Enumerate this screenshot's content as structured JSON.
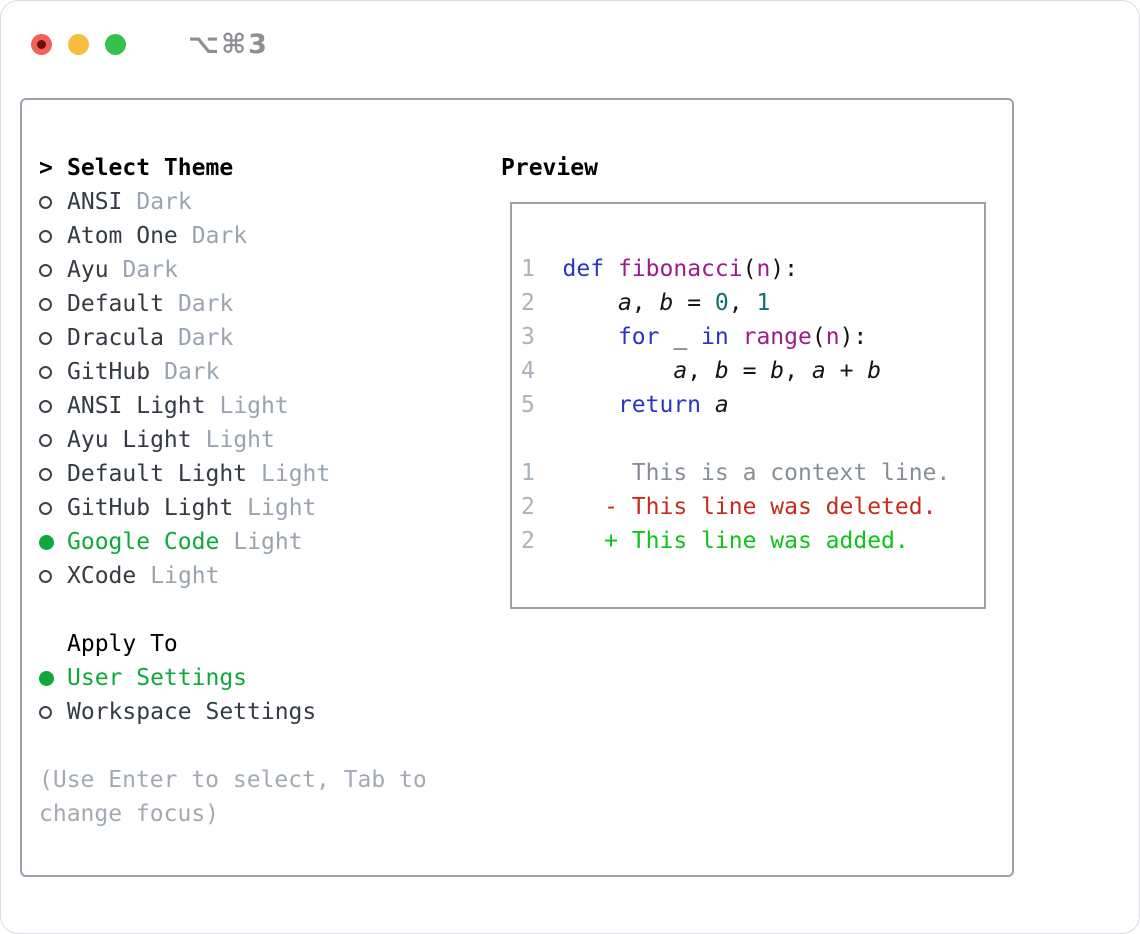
{
  "window": {
    "title": "⌥⌘3",
    "traffic_lights": [
      "close",
      "minimize",
      "zoom"
    ]
  },
  "theme_panel": {
    "header_prefix": ">",
    "header": "Select Theme",
    "themes": [
      {
        "name": "ANSI",
        "tag": "Dark",
        "selected": false
      },
      {
        "name": "Atom One",
        "tag": "Dark",
        "selected": false
      },
      {
        "name": "Ayu",
        "tag": "Dark",
        "selected": false
      },
      {
        "name": "Default",
        "tag": "Dark",
        "selected": false
      },
      {
        "name": "Dracula",
        "tag": "Dark",
        "selected": false
      },
      {
        "name": "GitHub",
        "tag": "Dark",
        "selected": false
      },
      {
        "name": "ANSI Light",
        "tag": "Light",
        "selected": false
      },
      {
        "name": "Ayu Light",
        "tag": "Light",
        "selected": false
      },
      {
        "name": "Default Light",
        "tag": "Light",
        "selected": false
      },
      {
        "name": "GitHub Light",
        "tag": "Light",
        "selected": false
      },
      {
        "name": "Google Code",
        "tag": "Light",
        "selected": true
      },
      {
        "name": "XCode",
        "tag": "Light",
        "selected": false
      }
    ],
    "apply_to": {
      "header": "Apply To",
      "options": [
        {
          "name": "User Settings",
          "selected": true
        },
        {
          "name": "Workspace Settings",
          "selected": false
        }
      ]
    },
    "hint_lines": [
      "(Use Enter to select, Tab to",
      "change focus)"
    ]
  },
  "preview": {
    "header": "Preview",
    "code_lines": [
      {
        "num": "1",
        "segments": [
          {
            "text": "def",
            "style": "kw"
          },
          {
            "text": " ",
            "style": "pl"
          },
          {
            "text": "fibonacci",
            "style": "fn"
          },
          {
            "text": "(",
            "style": "pl"
          },
          {
            "text": "n",
            "style": "fn"
          },
          {
            "text": "):",
            "style": "pl"
          }
        ]
      },
      {
        "num": "2",
        "segments": [
          {
            "text": "    ",
            "style": "pl"
          },
          {
            "text": "a",
            "style": "var"
          },
          {
            "text": ", ",
            "style": "pl"
          },
          {
            "text": "b",
            "style": "var"
          },
          {
            "text": " = ",
            "style": "pl"
          },
          {
            "text": "0",
            "style": "num"
          },
          {
            "text": ", ",
            "style": "pl"
          },
          {
            "text": "1",
            "style": "num"
          }
        ]
      },
      {
        "num": "3",
        "segments": [
          {
            "text": "    ",
            "style": "pl"
          },
          {
            "text": "for",
            "style": "kw"
          },
          {
            "text": " _ ",
            "style": "pl"
          },
          {
            "text": "in",
            "style": "kw"
          },
          {
            "text": " ",
            "style": "pl"
          },
          {
            "text": "range",
            "style": "fn"
          },
          {
            "text": "(",
            "style": "pl"
          },
          {
            "text": "n",
            "style": "fn"
          },
          {
            "text": "):",
            "style": "pl"
          }
        ]
      },
      {
        "num": "4",
        "segments": [
          {
            "text": "        ",
            "style": "pl"
          },
          {
            "text": "a",
            "style": "var"
          },
          {
            "text": ", ",
            "style": "pl"
          },
          {
            "text": "b",
            "style": "var"
          },
          {
            "text": " = ",
            "style": "pl"
          },
          {
            "text": "b",
            "style": "var"
          },
          {
            "text": ", ",
            "style": "pl"
          },
          {
            "text": "a",
            "style": "var"
          },
          {
            "text": " + ",
            "style": "pl"
          },
          {
            "text": "b",
            "style": "var"
          }
        ]
      },
      {
        "num": "5",
        "segments": [
          {
            "text": "    ",
            "style": "pl"
          },
          {
            "text": "return",
            "style": "kw"
          },
          {
            "text": " ",
            "style": "pl"
          },
          {
            "text": "a",
            "style": "var"
          }
        ]
      }
    ],
    "diff_lines": [
      {
        "num": "1",
        "style": "ctx",
        "text": "      This is a context line."
      },
      {
        "num": "2",
        "style": "del",
        "text": "    - This line was deleted."
      },
      {
        "num": "2",
        "style": "add",
        "text": "    + This line was added."
      }
    ]
  },
  "colors": {
    "selected_green": "#10a83d",
    "diff_added": "#0cc41c",
    "diff_deleted": "#c62b1c",
    "keyword_blue": "#2a35c2",
    "function_purple": "#9b1d87",
    "number_teal": "#0d7070",
    "tag_gray": "#9aa4b0",
    "border_gray": "#9aa2ac"
  }
}
